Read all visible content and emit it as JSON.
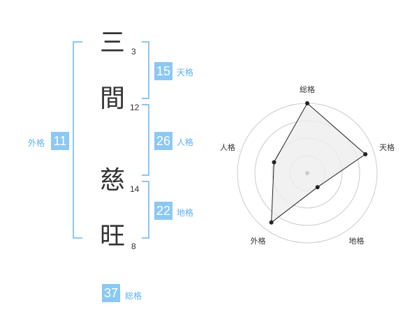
{
  "name": {
    "characters": [
      {
        "char": "三",
        "strokes": "3"
      },
      {
        "char": "間",
        "strokes": "12"
      },
      {
        "char": "慈",
        "strokes": "14"
      },
      {
        "char": "旺",
        "strokes": "8"
      }
    ]
  },
  "fortunes": {
    "tenkaku": {
      "value": "15",
      "label": "天格"
    },
    "jinkaku": {
      "value": "26",
      "label": "人格"
    },
    "chikaku": {
      "value": "22",
      "label": "地格"
    },
    "gaikaku": {
      "value": "11",
      "label": "外格"
    },
    "soukaku": {
      "value": "37",
      "label": "総格"
    }
  },
  "colors": {
    "accent": "#8cc8f4",
    "accent_text": "#5db2ee",
    "text": "#333333",
    "grid": "#cccccc",
    "fill": "#eeeeee"
  },
  "chart_data": {
    "type": "radar",
    "axes": [
      "総格",
      "天格",
      "地格",
      "外格",
      "人格"
    ],
    "rings": 4,
    "values": [
      4,
      3.5,
      1,
      3.5,
      2
    ]
  }
}
